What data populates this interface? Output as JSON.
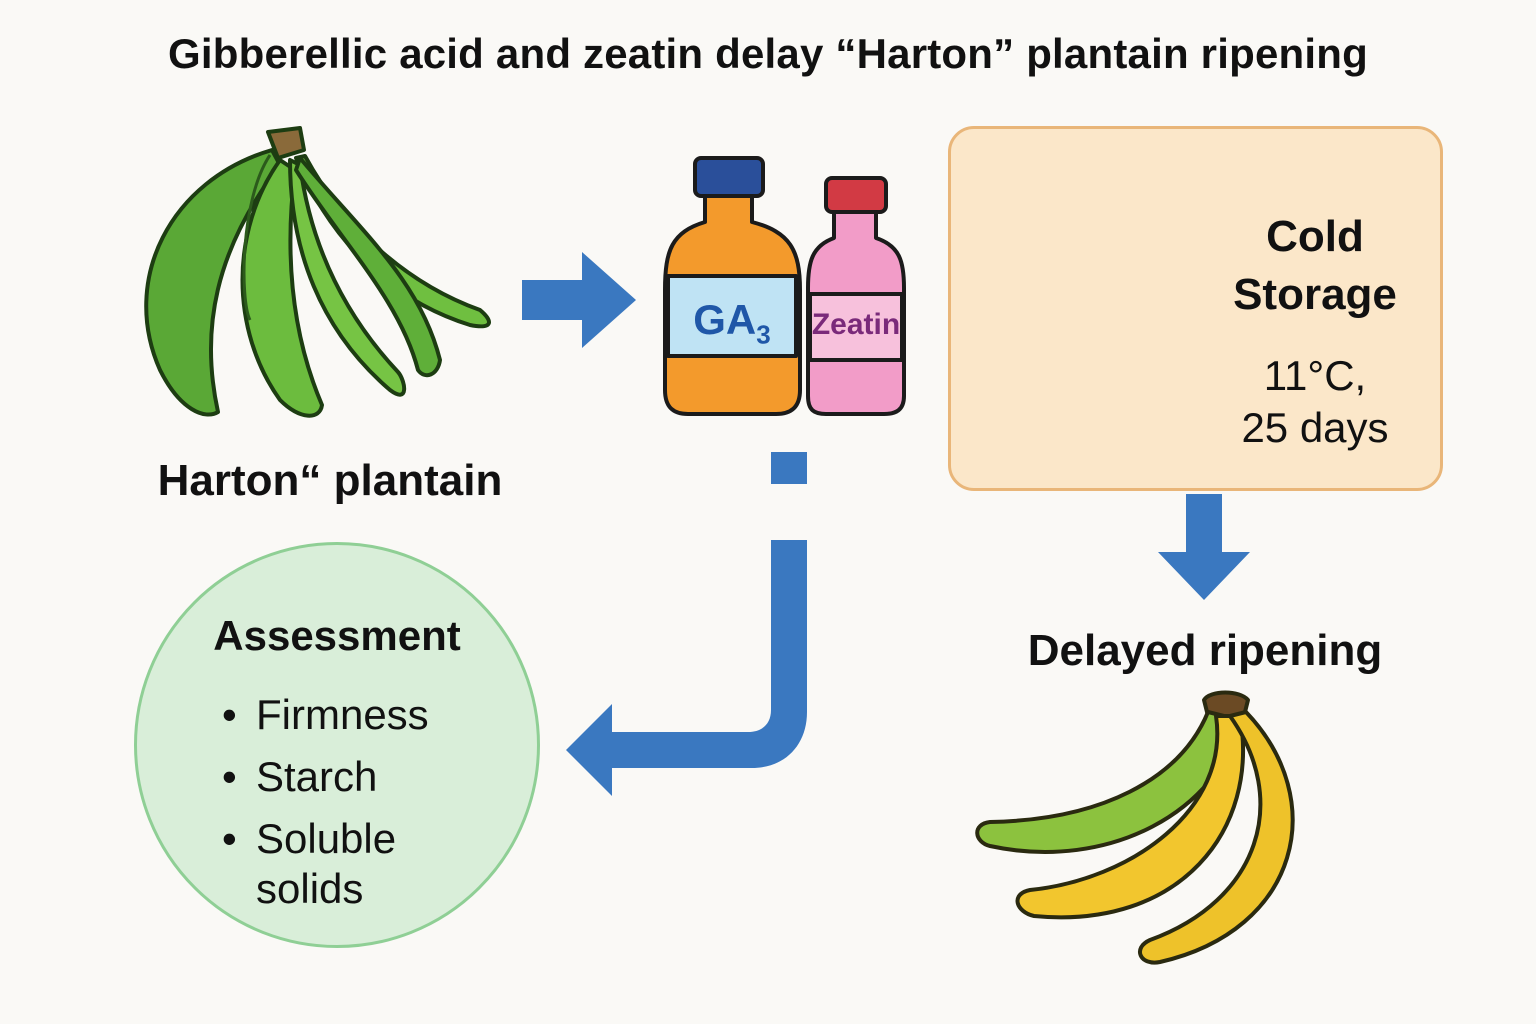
{
  "title": "Gibberellic acid and zeatin delay “Harton” plantain ripening",
  "plantain": {
    "label": "Harton“ plantain"
  },
  "bottles": {
    "ga3_main": "GA",
    "ga3_sub": "3",
    "zeatin": "Zeatin"
  },
  "cold_storage": {
    "title_line1": "Cold",
    "title_line2": "Storage",
    "temp": "11°C,",
    "duration": "25 days"
  },
  "delayed": {
    "label": "Delayed ripening"
  },
  "assessment": {
    "title": "Assessment",
    "items": [
      "Firmness",
      "Starch",
      "Soluble solids"
    ],
    "bullet": "•"
  },
  "colors": {
    "arrow": "#3a78c0",
    "green_plantain": "#6cbc3e",
    "yellow_banana": "#f2c62e",
    "cold_box_bg": "#fbe7c9",
    "assessment_bg": "#d9eed9"
  }
}
